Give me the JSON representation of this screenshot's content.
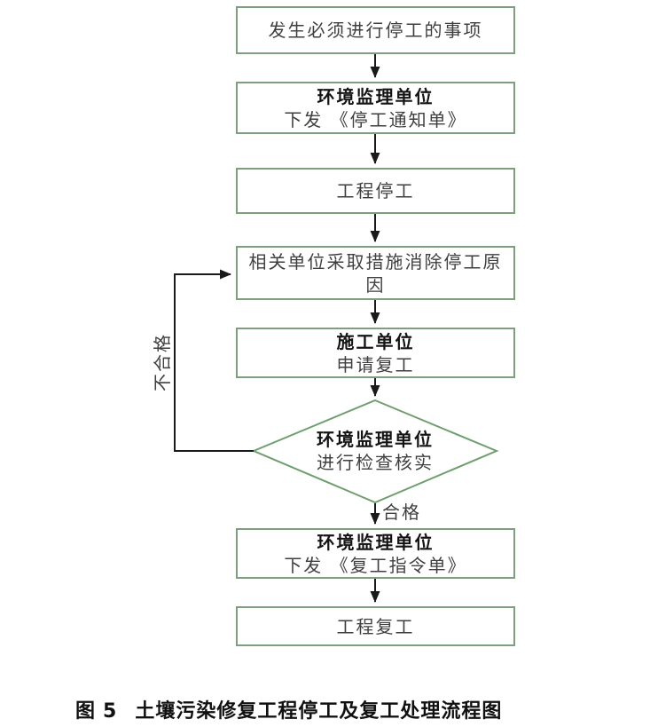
{
  "figure": {
    "caption_prefix": "图",
    "caption_number": "5",
    "caption_title": "土壤污染修复工程停工及复工处理流程图"
  },
  "flowchart": {
    "nodes": {
      "event": {
        "text": "发生必须进行停工的事项"
      },
      "issue_stop": {
        "title": "环境监理单位",
        "text": "下发 《停工通知单》"
      },
      "stop": {
        "text": "工程停工"
      },
      "eliminate": {
        "text": "相关单位采取措施消除停工原因"
      },
      "apply": {
        "title": "施工单位",
        "text": "申请复工"
      },
      "verify": {
        "title": "环境监理单位",
        "text": "进行检查核实"
      },
      "issue_resume": {
        "title": "环境监理单位",
        "text": "下发 《复工指令单》"
      },
      "resume": {
        "text": "工程复工"
      }
    },
    "edge_labels": {
      "pass": "合格",
      "fail": "不合格"
    },
    "colors": {
      "box_border": "#7d9f7d",
      "diamond_border": "#6f9f6f",
      "connector": "#1a1a1a",
      "body_text": "#3f3f3f",
      "title_text": "#141414",
      "caption_text": "#111111",
      "background": "#ffffff"
    }
  }
}
